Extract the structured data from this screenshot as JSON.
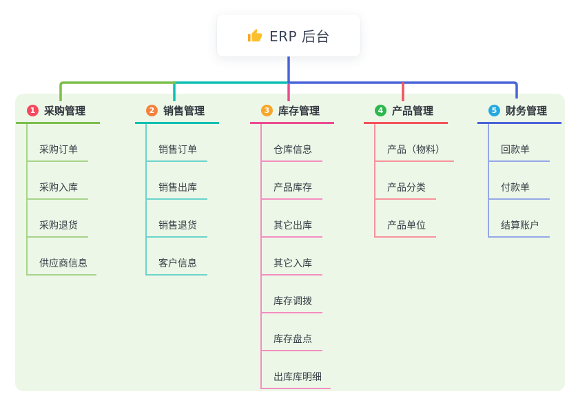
{
  "root": {
    "label": "ERP 后台",
    "icon": "thumbs-up-icon",
    "icon_color": "#fbc02d"
  },
  "canvas": {
    "background": "#ffffff",
    "panel_background": "#edf7e8",
    "root_line_color": "#4a63d8"
  },
  "branches": [
    {
      "index": "1",
      "label": "采购管理",
      "badge_color": "#f5495e",
      "line_color": "#7cbe4b",
      "child_line_color": "#a6d489",
      "children": [
        "采购订单",
        "采购入库",
        "采购退货",
        "供应商信息"
      ]
    },
    {
      "index": "2",
      "label": "销售管理",
      "badge_color": "#f5823c",
      "line_color": "#0ec0b2",
      "child_line_color": "#6bd4ca",
      "children": [
        "销售订单",
        "销售出库",
        "销售退货",
        "客户信息"
      ]
    },
    {
      "index": "3",
      "label": "库存管理",
      "badge_color": "#f8a62a",
      "line_color": "#ea4c90",
      "child_line_color": "#f28ec0",
      "children": [
        "仓库信息",
        "产品库存",
        "其它出库",
        "其它入库",
        "库存调拨",
        "库存盘点",
        "出库库明细"
      ]
    },
    {
      "index": "4",
      "label": "产品管理",
      "badge_color": "#2db84d",
      "line_color": "#f4515c",
      "child_line_color": "#f7939b",
      "children": [
        "产品（物料）",
        "产品分类",
        "产品单位"
      ]
    },
    {
      "index": "5",
      "label": "财务管理",
      "badge_color": "#25a9e0",
      "line_color": "#4a63d8",
      "child_line_color": "#94a8e6",
      "children": [
        "回款单",
        "付款单",
        "结算账户"
      ]
    }
  ]
}
